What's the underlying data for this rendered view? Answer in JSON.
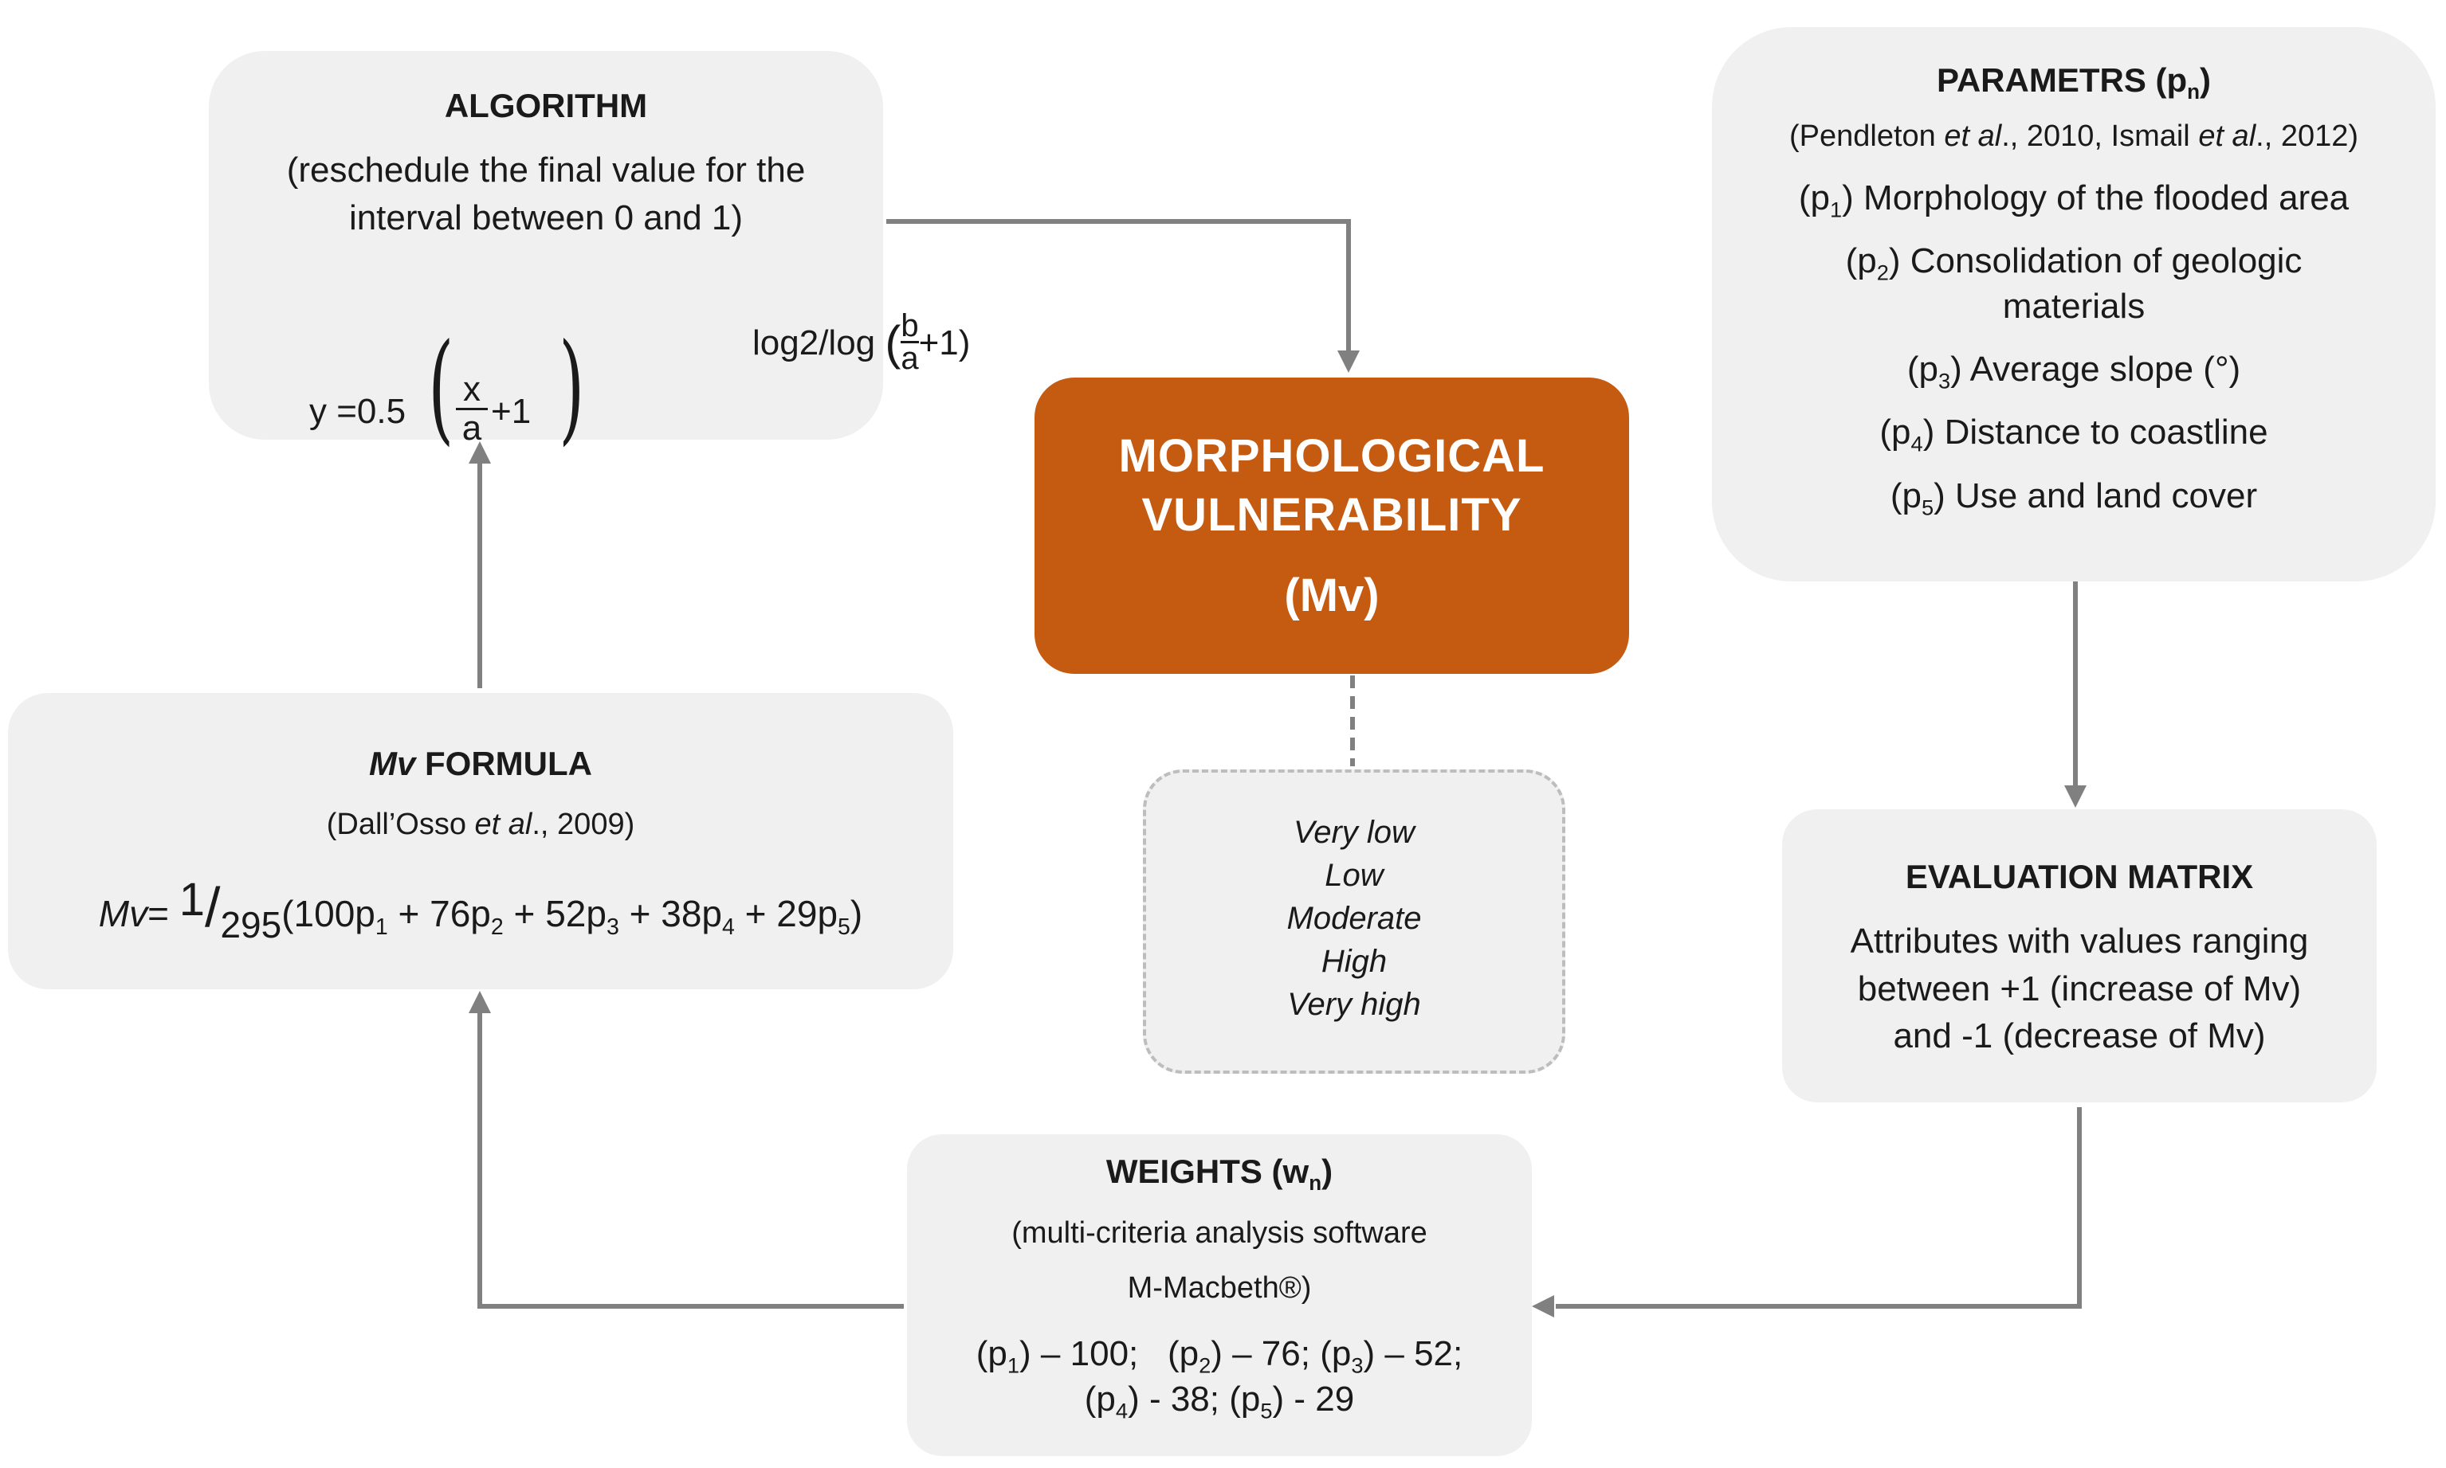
{
  "algorithm": {
    "title": "ALGORITHM",
    "desc_line1": "(reschedule the final value for the",
    "desc_line2": "interval between 0 and 1)",
    "eq_lhs": "y =0.5",
    "eq_frac_num": "x",
    "eq_frac_den": "a",
    "eq_plus": "+1",
    "eq_exp_prefix": "log2/log",
    "eq_exp_num": "b",
    "eq_exp_den": "a",
    "eq_exp_suffix": "+1)"
  },
  "parameters": {
    "title_main": "PARAMETRS (p",
    "title_sub": "n",
    "title_close": ")",
    "citation": {
      "part1": "(Pendleton ",
      "etal1": "et al",
      "part2": "., 2010, Ismail ",
      "etal2": "et al",
      "part3": "., 2012)"
    },
    "items": [
      {
        "id": "1",
        "label": "Morphology of the flooded area"
      },
      {
        "id": "2",
        "label": "Consolidation of geologic",
        "label2": "materials"
      },
      {
        "id": "3",
        "label": "Average slope (°)"
      },
      {
        "id": "4",
        "label": "Distance to coastline"
      },
      {
        "id": "5",
        "label": "Use and land cover"
      }
    ]
  },
  "central": {
    "line1": "MORPHOLOGICAL",
    "line2": "VULNERABILITY",
    "abbr": "(Mv)",
    "color": "#c55a11"
  },
  "formula": {
    "title_italic": "Mv",
    "title_rest": " FORMULA",
    "citation_part1": "(Dall’Osso ",
    "citation_etal": "et al",
    "citation_part2": "., 2009)",
    "lhs": "Mv",
    "eq": "=",
    "numerator": "1",
    "denominator": "295",
    "terms": [
      {
        "coef": "(100p",
        "sub": "1"
      },
      {
        "coef": " + 76p",
        "sub": "2"
      },
      {
        "coef": " + 52p",
        "sub": "3"
      },
      {
        "coef": " + 38p",
        "sub": "4"
      },
      {
        "coef": " + 29p",
        "sub": "5"
      }
    ],
    "close": ")"
  },
  "levels": [
    "Very low",
    "Low",
    "Moderate",
    "High",
    "Very high"
  ],
  "matrix": {
    "title": "EVALUATION MATRIX",
    "line1": "Attributes with values ranging",
    "line2": "between +1 (increase of Mv)",
    "line3": "and -1 (decrease of Mv)"
  },
  "weights": {
    "title_main": "WEIGHTS (w",
    "title_sub": "n",
    "title_close": ")",
    "desc_line1": "(multi-criteria analysis software",
    "desc_line2": "M-Macbeth®)",
    "row1": [
      {
        "p": "1",
        "v": " – 100;   "
      },
      {
        "p": "2",
        "v": " – 76; "
      },
      {
        "p": "3",
        "v": " – 52;"
      }
    ],
    "row2": [
      {
        "p": "4",
        "v": " - 38; "
      },
      {
        "p": "5",
        "v": " - 29"
      }
    ]
  },
  "colors": {
    "box_fill": "#f0f0f0",
    "arrow": "#808080",
    "dashed_border": "#bdbdbd"
  }
}
